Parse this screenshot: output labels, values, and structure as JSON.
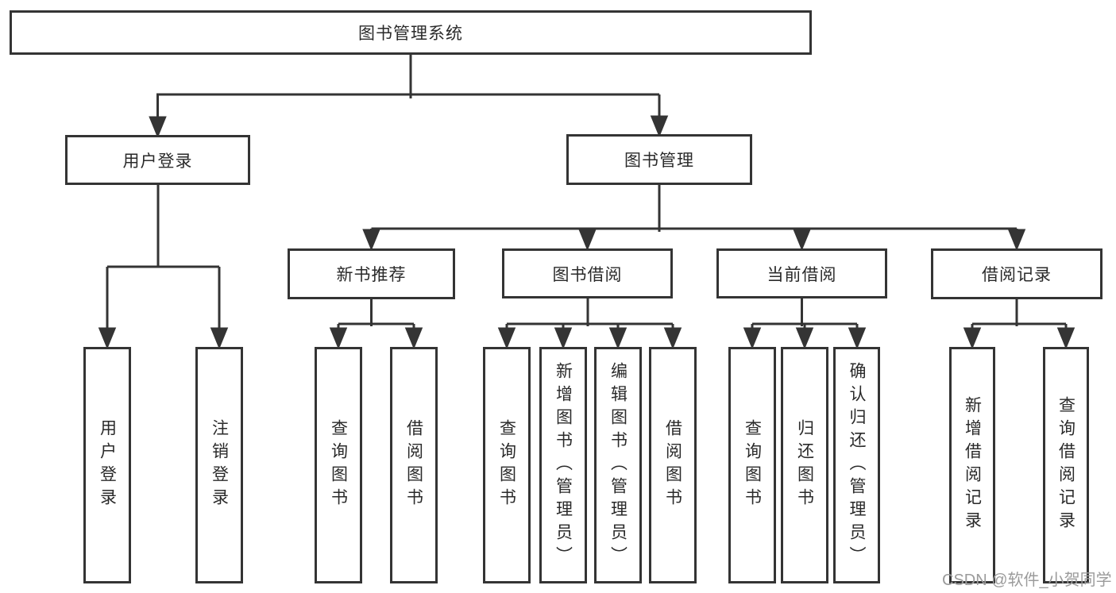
{
  "tree": {
    "root": {
      "label": "图书管理系统",
      "children": [
        {
          "label": "用户登录",
          "children": [
            {
              "label": "用户登录"
            },
            {
              "label": "注销登录"
            }
          ]
        },
        {
          "label": "图书管理",
          "children": [
            {
              "label": "新书推荐",
              "children": [
                {
                  "label": "查询图书"
                },
                {
                  "label": "借阅图书"
                }
              ]
            },
            {
              "label": "图书借阅",
              "children": [
                {
                  "label": "查询图书"
                },
                {
                  "label": "新增图书（管理员）"
                },
                {
                  "label": "编辑图书（管理员）"
                },
                {
                  "label": "借阅图书"
                }
              ]
            },
            {
              "label": "当前借阅",
              "children": [
                {
                  "label": "查询图书"
                },
                {
                  "label": "归还图书"
                },
                {
                  "label": "确认归还（管理员）"
                }
              ]
            },
            {
              "label": "借阅记录",
              "children": [
                {
                  "label": "新增借阅记录"
                },
                {
                  "label": "查询借阅记录"
                }
              ]
            }
          ]
        }
      ]
    }
  },
  "watermark": {
    "text": "CSDN @软件_小贺同学"
  },
  "colors": {
    "line": "#343434",
    "box_border": "#343434",
    "text": "#2a2a2a",
    "watermark": "#9b9b9b",
    "background": "#ffffff"
  }
}
